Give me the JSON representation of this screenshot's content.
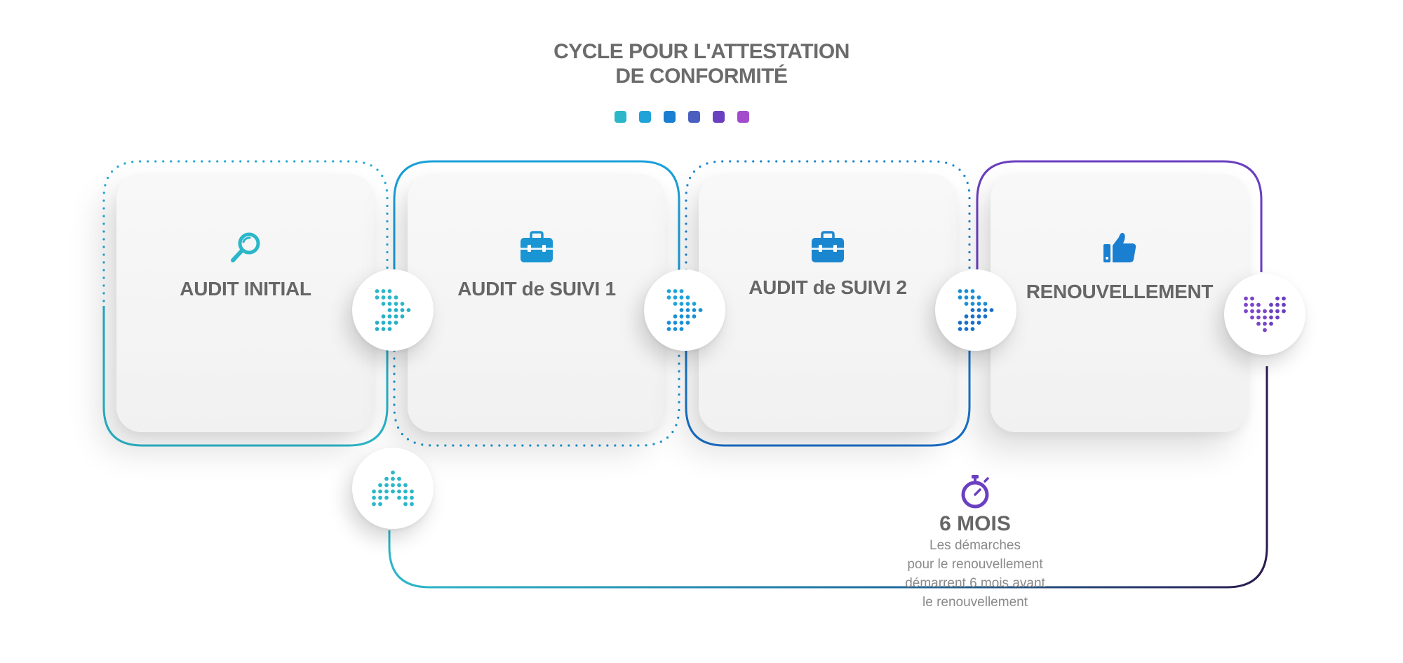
{
  "title": {
    "line1": "CYCLE POUR L'ATTESTATION",
    "line2": "DE CONFORMITÉ"
  },
  "palette": [
    "#2bb7c9",
    "#1fa3d8",
    "#1a7fd1",
    "#4a5fbf",
    "#6a3fc0",
    "#a24bcc"
  ],
  "steps": [
    {
      "label": "AUDIT INITIAL",
      "icon": "magnifier-icon",
      "color": "#2bb7c9"
    },
    {
      "label": "AUDIT de SUIVI 1",
      "icon": "briefcase-icon",
      "color": "#1a95d3"
    },
    {
      "label": "AUDIT de SUIVI 2",
      "icon": "briefcase-icon",
      "color": "#1a86cf"
    },
    {
      "label": "RENOUVELLEMENT",
      "icon": "thumbs-up-icon",
      "color": "#1a7fd1"
    }
  ],
  "connectors": [
    "arrow-right-icon",
    "arrow-right-icon",
    "arrow-right-icon",
    "arrow-down-icon",
    "arrow-up-icon"
  ],
  "note": {
    "icon": "stopwatch-icon",
    "headline": "6 MOIS",
    "lines": [
      "Les démarches",
      "pour le renouvellement",
      "démarrent 6 mois avant",
      "le renouvellement"
    ]
  }
}
